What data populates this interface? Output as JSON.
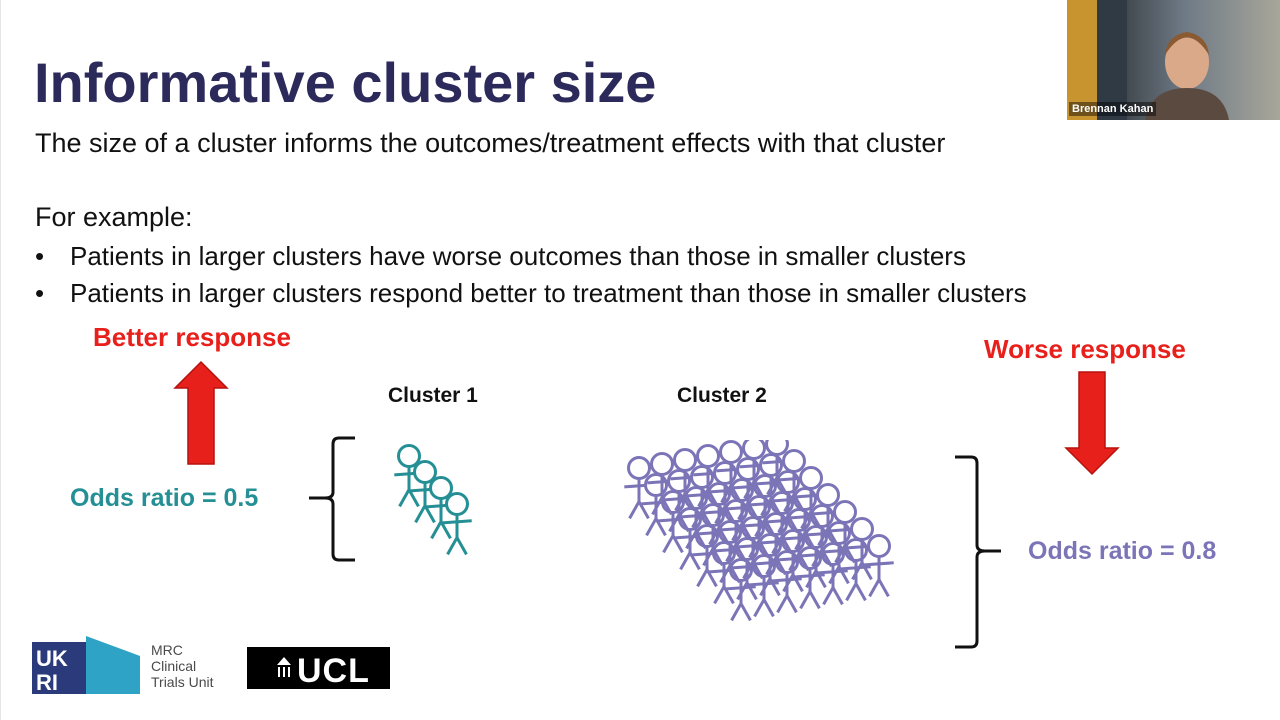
{
  "slide": {
    "title": "Informative cluster size",
    "subtitle": "The size of a cluster informs the outcomes/treatment effects with that cluster",
    "example_label": "For example:",
    "bullets": [
      "Patients in larger clusters have worse outcomes than those in smaller clusters",
      "Patients in larger clusters respond better to treatment than those in smaller clusters"
    ],
    "bullet_symbol": "•"
  },
  "diagram": {
    "better_response": "Better response",
    "worse_response": "Worse response",
    "cluster1_label": "Cluster 1",
    "cluster2_label": "Cluster 2",
    "odds_ratio_1": "Odds ratio = 0.5",
    "odds_ratio_2": "Odds ratio = 0.8",
    "colors": {
      "red": "#e8201c",
      "teal": "#248f94",
      "purple": "#7b75b8"
    }
  },
  "webcam": {
    "name": "Brennan Kahan"
  },
  "logos": {
    "ukri_text": "UKRI",
    "mrc_lines": [
      "MRC",
      "Clinical",
      "Trials Unit"
    ],
    "ucl_text": "UCL"
  }
}
